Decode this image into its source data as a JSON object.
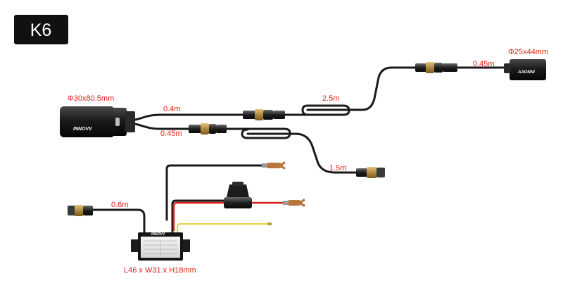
{
  "model_badge": "K6",
  "camera_front": {
    "dimension": "Φ30x80.5mm",
    "brand": "INNOVV"
  },
  "camera_rear": {
    "dimension": "Φ25x44mm",
    "brand": "AAONNI"
  },
  "power_module": {
    "dimension": "L46 x W31 x H18mm",
    "brand": "INNOVV"
  },
  "cable_lengths": {
    "front_upper": "0.4m",
    "front_lower": "0.45m",
    "middle_extension": "2.5m",
    "rear_lead": "0.45m",
    "side_branch": "1.5m",
    "power_input": "0.6m"
  },
  "colors": {
    "label_red": "#e0231b",
    "cable": "#1a1a1a",
    "wire_red": "#d9201a",
    "wire_yellow": "#e8d23a",
    "terminal_copper": "#b8763a"
  }
}
